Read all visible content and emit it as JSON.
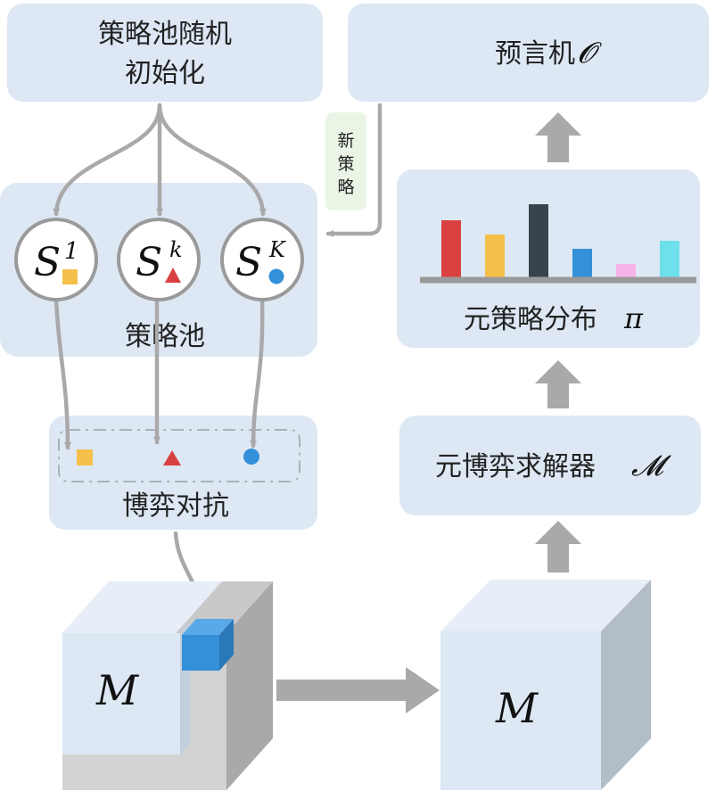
{
  "init_box": {
    "line1": "策略池随机",
    "line2": "初始化"
  },
  "oracle": {
    "label": "预言机",
    "symbol": "𝓞"
  },
  "new_strategy": {
    "c1": "新",
    "c2": "策",
    "c3": "略"
  },
  "pool": {
    "label": "策略池",
    "nodes": [
      {
        "base": "S",
        "sup": "1",
        "marker": "square"
      },
      {
        "base": "S",
        "sup": "k",
        "marker": "triangle"
      },
      {
        "base": "S",
        "sup": "K",
        "marker": "circle"
      }
    ]
  },
  "game": {
    "label": "博弈对抗"
  },
  "meta_dist": {
    "label": "元策略分布",
    "symbol": "π"
  },
  "chart_data": {
    "type": "bar",
    "categories": [
      "",
      "",
      "",
      "",
      "",
      ""
    ],
    "values": [
      0.64,
      0.48,
      0.82,
      0.32,
      0.15,
      0.41
    ],
    "colors": [
      "#d94141",
      "#f5c04a",
      "#37444d",
      "#3490d8",
      "#f7b3e8",
      "#6ee0ec"
    ],
    "ylim": [
      0,
      1
    ],
    "title": "",
    "xlabel": "",
    "ylabel": ""
  },
  "solver": {
    "label": "元博弈求解器",
    "symbol": "𝓜"
  },
  "matrix_left": {
    "symbol": "M"
  },
  "matrix_right": {
    "symbol": "M"
  },
  "colors": {
    "panel": "#dde8f4",
    "arrow": "#a9a9a9",
    "square": "#f5c04a",
    "triangle": "#d94141",
    "circle": "#3490d8",
    "highlight": "#3490d8",
    "tag_bg": "#eaf5e6"
  }
}
